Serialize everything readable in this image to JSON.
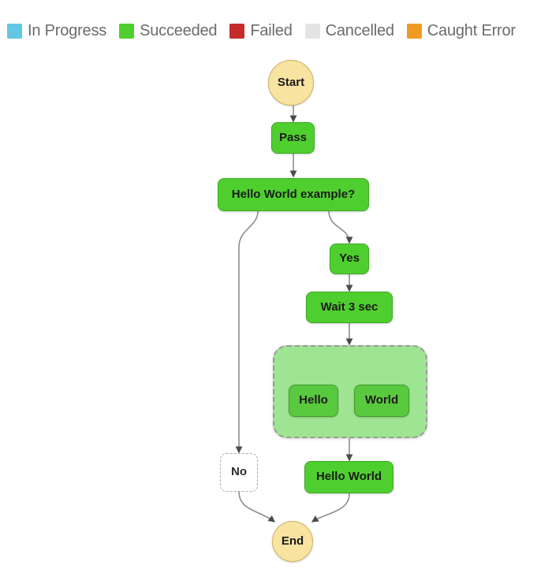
{
  "legend": {
    "items": [
      {
        "label": "In Progress",
        "color": "#63c6e3"
      },
      {
        "label": "Succeeded",
        "color": "#4fcf2f"
      },
      {
        "label": "Failed",
        "color": "#c62b2b"
      },
      {
        "label": "Cancelled",
        "color": "#e4e4e4"
      },
      {
        "label": "Caught Error",
        "color": "#ef9b23"
      }
    ]
  },
  "graph": {
    "nodes": [
      {
        "id": "start",
        "label": "Start",
        "type": "terminal"
      },
      {
        "id": "pass",
        "label": "Pass",
        "type": "task"
      },
      {
        "id": "choice",
        "label": "Hello World example?",
        "type": "task"
      },
      {
        "id": "yes",
        "label": "Yes",
        "type": "task"
      },
      {
        "id": "wait",
        "label": "Wait 3 sec",
        "type": "task"
      },
      {
        "id": "parallel",
        "label": "",
        "type": "group"
      },
      {
        "id": "hello",
        "label": "Hello",
        "type": "task-inner"
      },
      {
        "id": "world",
        "label": "World",
        "type": "task-inner"
      },
      {
        "id": "no",
        "label": "No",
        "type": "skipped"
      },
      {
        "id": "hello-world",
        "label": "Hello World",
        "type": "task"
      },
      {
        "id": "end",
        "label": "End",
        "type": "terminal"
      }
    ],
    "edges": [
      {
        "from": "start",
        "to": "pass"
      },
      {
        "from": "pass",
        "to": "choice"
      },
      {
        "from": "choice",
        "to": "yes"
      },
      {
        "from": "choice",
        "to": "no"
      },
      {
        "from": "yes",
        "to": "wait"
      },
      {
        "from": "wait",
        "to": "parallel"
      },
      {
        "from": "parallel",
        "to": "hello"
      },
      {
        "from": "parallel",
        "to": "world"
      },
      {
        "from": "parallel",
        "to": "hello-world"
      },
      {
        "from": "no",
        "to": "end"
      },
      {
        "from": "hello-world",
        "to": "end"
      }
    ]
  }
}
